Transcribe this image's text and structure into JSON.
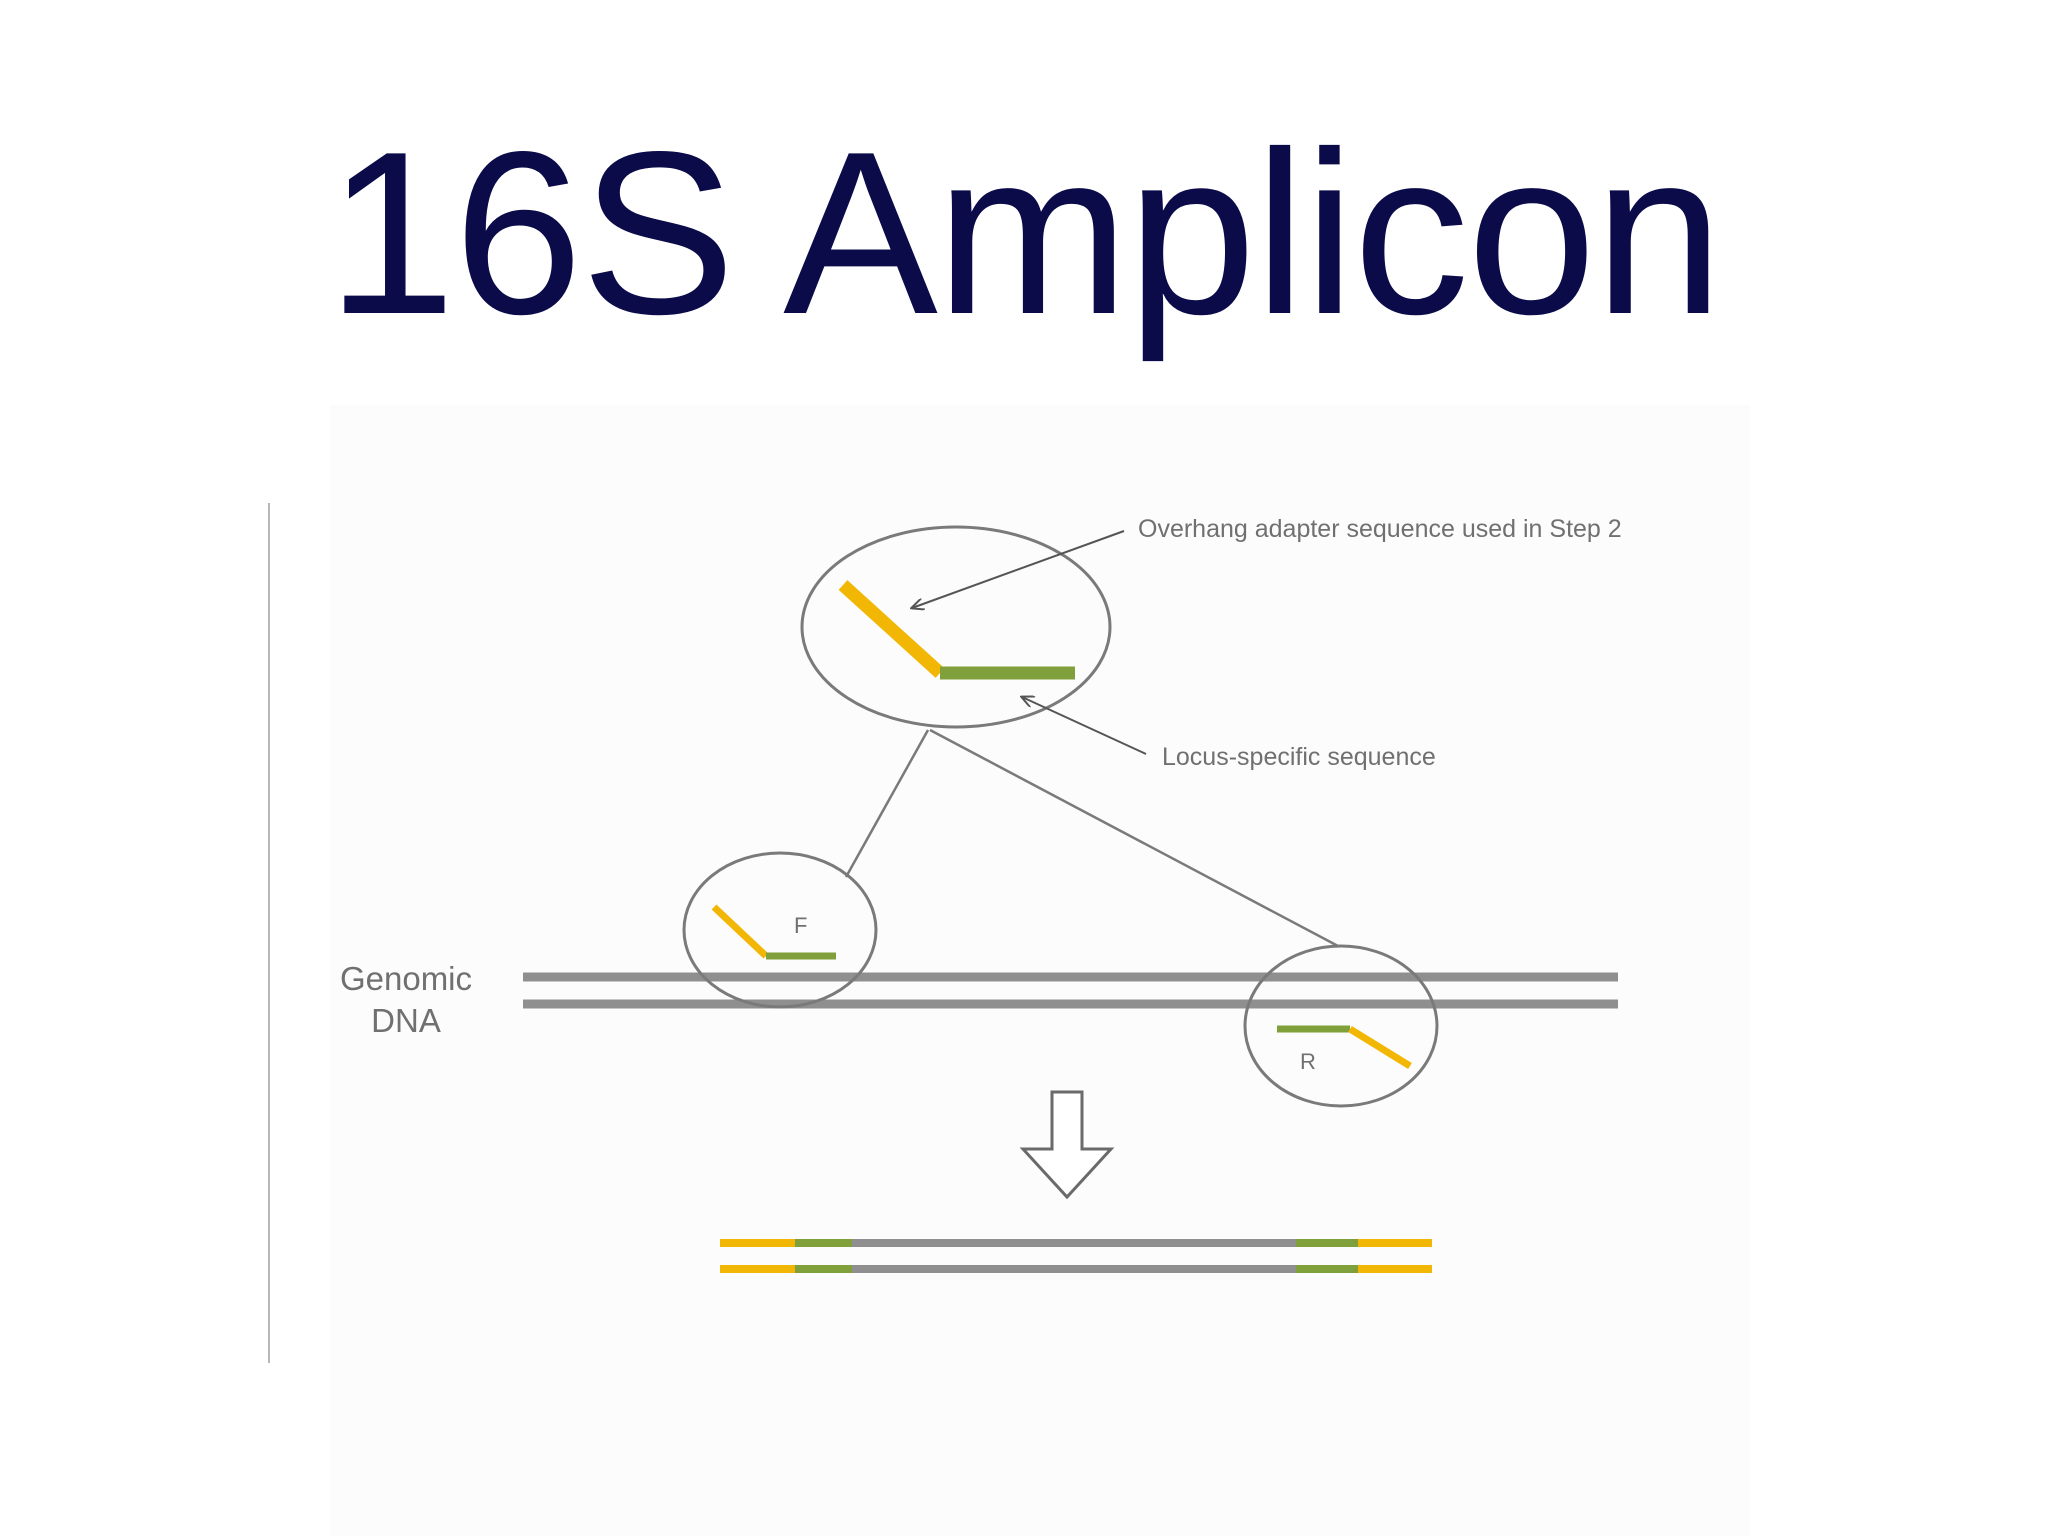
{
  "title": "16S Amplicon",
  "diagram": {
    "labels": {
      "overhang": "Overhang adapter sequence used in Step 2",
      "locus": "Locus-specific sequence",
      "genomic_line1": "Genomic",
      "genomic_line2": "DNA",
      "forward": "F",
      "reverse": "R"
    },
    "colors": {
      "adapter": "#f2b705",
      "locus": "#7fa03a",
      "dna": "#8f8f8f",
      "outline": "#7a7a7a",
      "text": "#707070",
      "title": "#0b0b4a"
    }
  }
}
